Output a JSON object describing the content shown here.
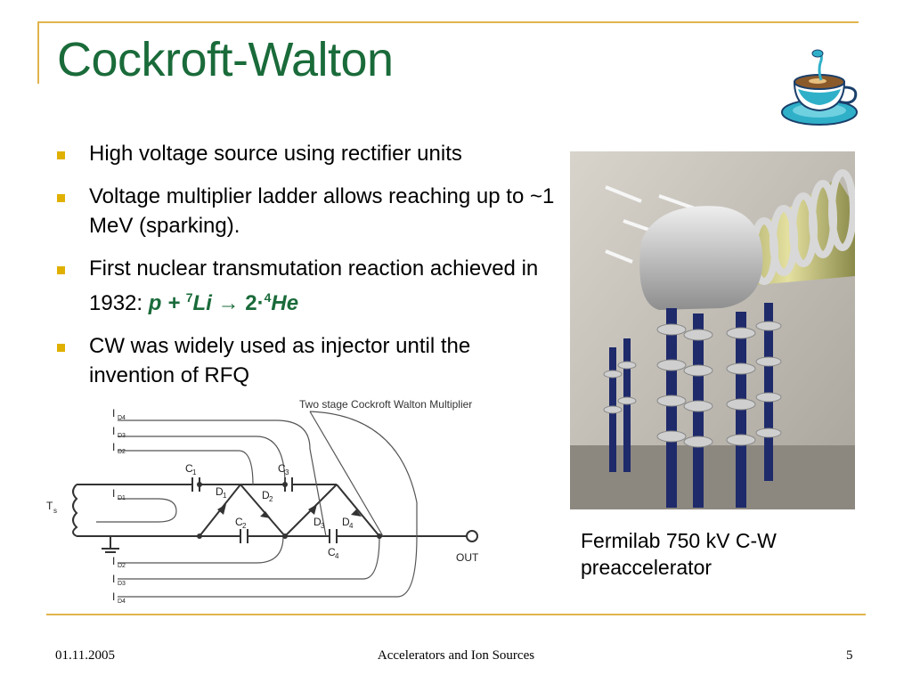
{
  "slide": {
    "title": "Cockroft-Walton",
    "bullets": [
      {
        "text": "High voltage source using rectifier units"
      },
      {
        "text": "Voltage multiplier ladder allows reaching up to ~1 MeV (sparking)."
      },
      {
        "text": "First nuclear transmutation reaction achieved in 1932: ",
        "reaction": {
          "p": "p +",
          "li_mass": "7",
          "li": "Li",
          "arrow": "→",
          "coef": "2·",
          "he_mass": "4",
          "he": "He"
        }
      },
      {
        "text": "CW was widely used as injector until the invention of RFQ"
      }
    ],
    "diagram": {
      "title": "Two stage Cockroft Walton Multiplier",
      "labels": {
        "ts": "T",
        "ts_sub": "s",
        "c1": "C",
        "c1_sub": "1",
        "c2": "C",
        "c2_sub": "2",
        "c3": "C",
        "c3_sub": "3",
        "c4": "C",
        "c4_sub": "4",
        "d1": "D",
        "d1_sub": "1",
        "d2": "D",
        "d2_sub": "2",
        "d3": "D",
        "d3_sub": "3",
        "d4": "D",
        "d4_sub": "4",
        "out": "OUT",
        "i": "I",
        "id4": "D4",
        "id3": "D3",
        "id2": "D2",
        "id1": "D1"
      }
    },
    "photo_caption": "Fermilab 750 kV C-W preaccelerator",
    "footer": {
      "date": "01.11.2005",
      "center": "Accelerators and Ion Sources",
      "page": "5"
    },
    "colors": {
      "title": "#1a6b3a",
      "accent_line": "#e0b44c",
      "bullet": "#e0b000"
    }
  }
}
